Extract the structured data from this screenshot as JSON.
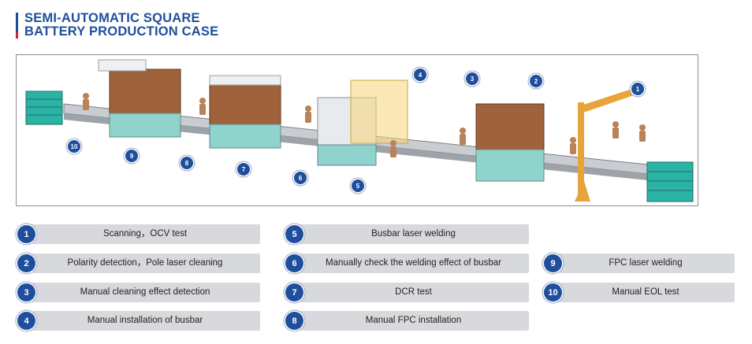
{
  "header": {
    "title_line1": "SEMI-AUTOMATIC SQUARE",
    "title_line2": "BATTERY PRODUCTION CASE",
    "accent_color": "#1f4f9c",
    "marker_color": "#d9232e"
  },
  "diagram": {
    "callouts": [
      "1",
      "2",
      "3",
      "4",
      "5",
      "6",
      "7",
      "8",
      "9",
      "10"
    ]
  },
  "legend": {
    "items": [
      {
        "num": "1",
        "label": "Scanning，OCV test"
      },
      {
        "num": "2",
        "label": "Polarity detection，Pole laser cleaning"
      },
      {
        "num": "3",
        "label": "Manual cleaning effect detection"
      },
      {
        "num": "4",
        "label": "Manual installation of busbar"
      },
      {
        "num": "5",
        "label": "Busbar laser welding"
      },
      {
        "num": "6",
        "label": "Manually check the welding effect of busbar"
      },
      {
        "num": "7",
        "label": "DCR test"
      },
      {
        "num": "8",
        "label": "Manual FPC installation"
      },
      {
        "num": "9",
        "label": "FPC laser welding"
      },
      {
        "num": "10",
        "label": "Manual EOL test"
      }
    ]
  }
}
